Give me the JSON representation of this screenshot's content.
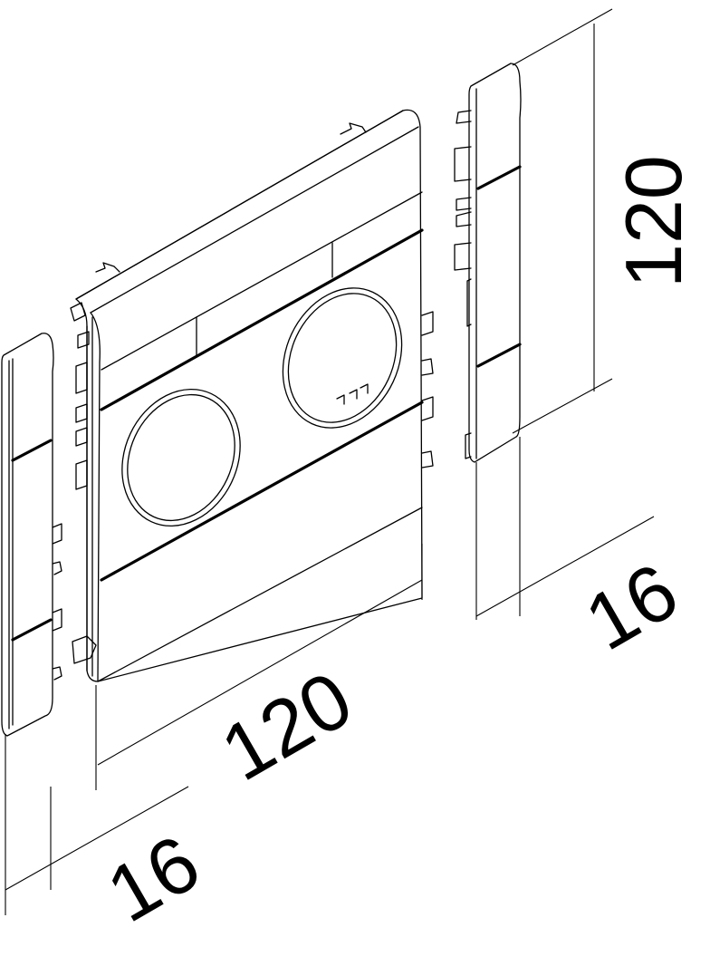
{
  "drawing": {
    "type": "isometric technical drawing",
    "subject": "double socket cover plate with two end caps",
    "line_color": "#000000",
    "background": "#ffffff"
  },
  "dimensions": {
    "height_main": "120",
    "width_main": "120",
    "depth_right_cap": "16",
    "depth_left_cap": "16"
  },
  "parts": {
    "center_plate": {
      "openings": 2,
      "opening_shape": "round"
    },
    "left_cap": {
      "segments": 3
    },
    "right_cap": {
      "segments": 3
    }
  }
}
